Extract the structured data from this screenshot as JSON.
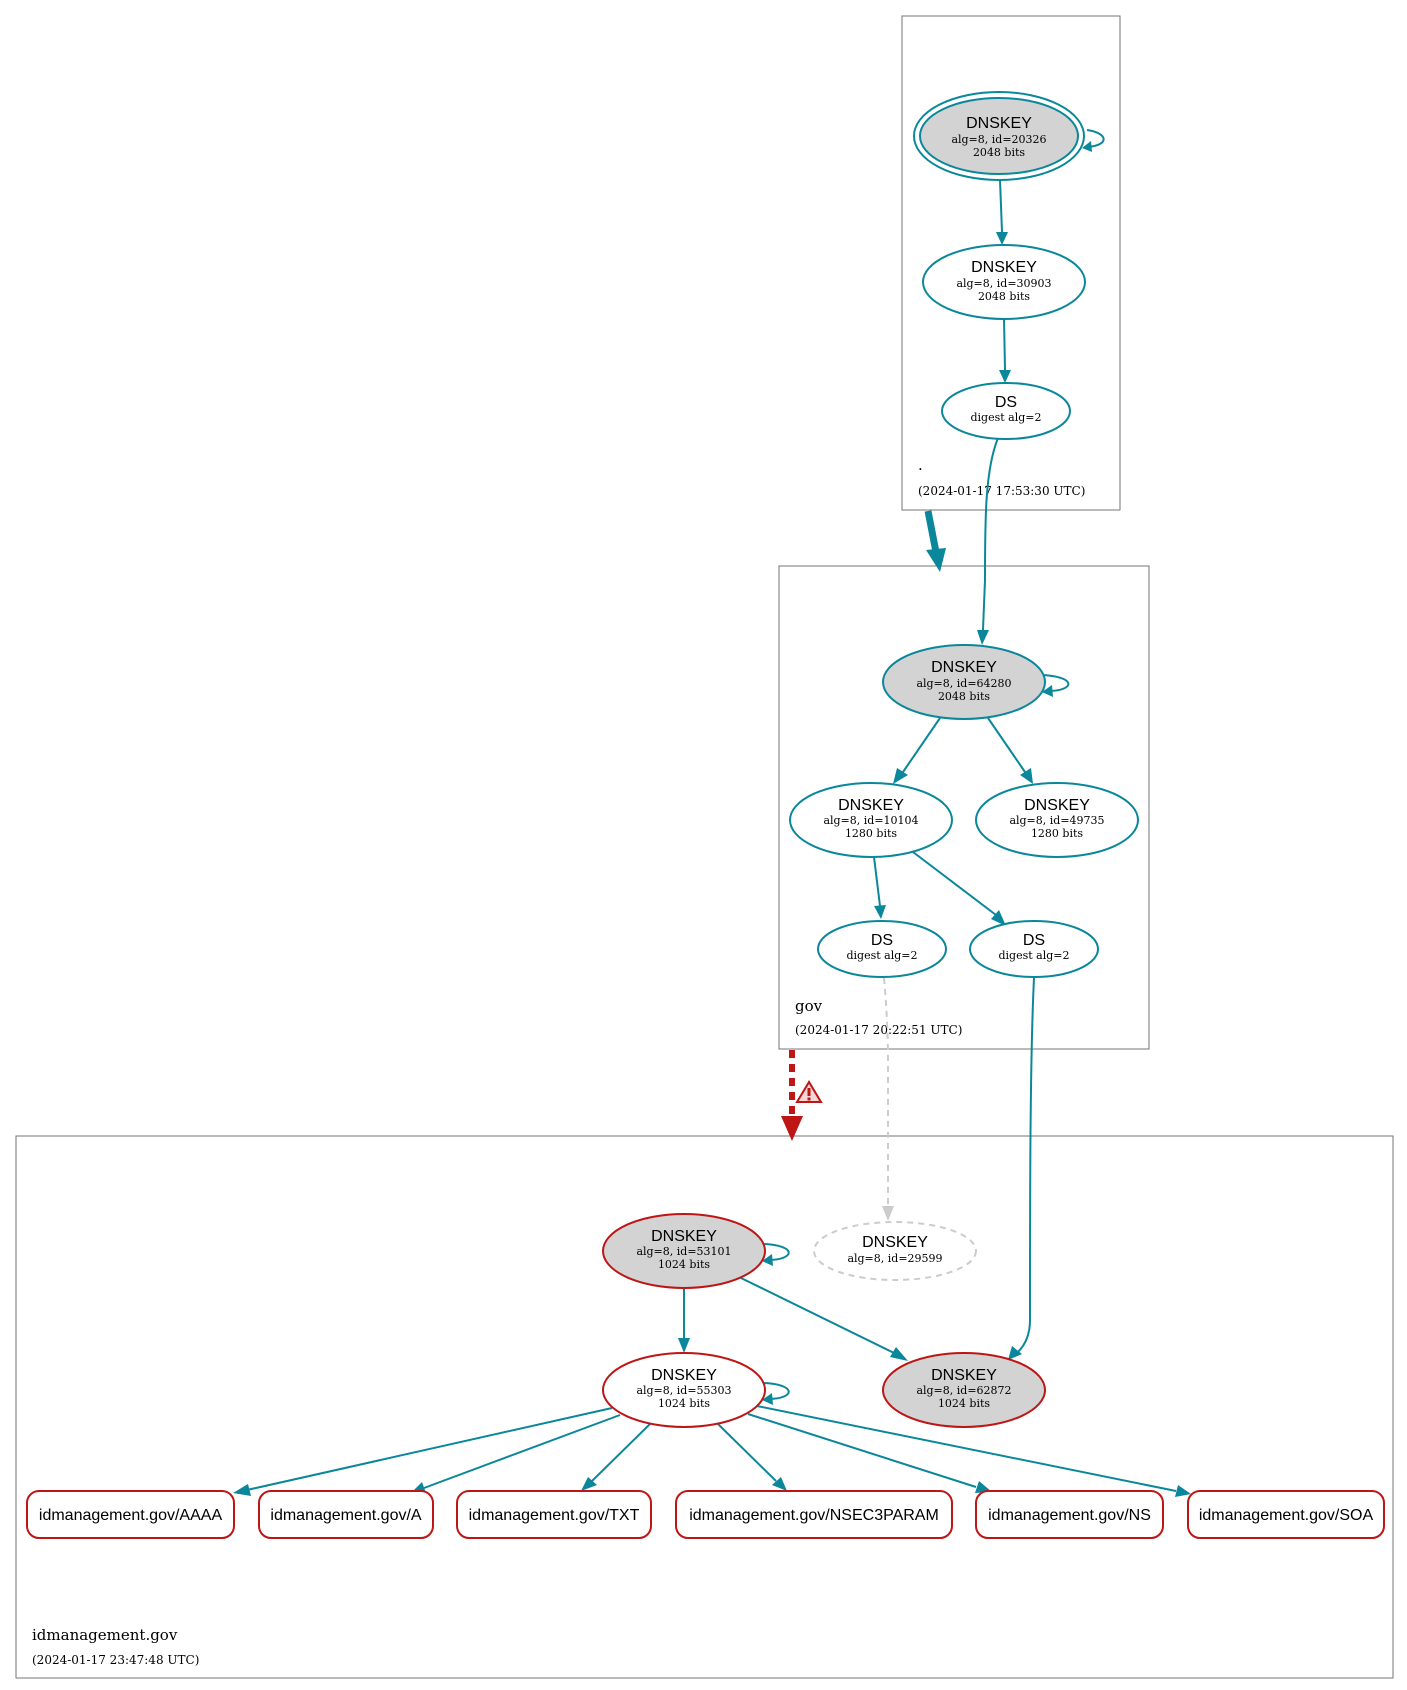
{
  "colors": {
    "secure": "#0a879a",
    "bogus": "#be1515",
    "insecure_gray": "#cccccc",
    "node_fill_ksk": "#d3d3d3",
    "zone_border": "#757575"
  },
  "zones": {
    "root": {
      "name": ".",
      "timestamp": "(2024-01-17 17:53:30 UTC)"
    },
    "gov": {
      "name": "gov",
      "timestamp": "(2024-01-17 20:22:51 UTC)"
    },
    "idm": {
      "name": "idmanagement.gov",
      "timestamp": "(2024-01-17 23:47:48 UTC)"
    }
  },
  "nodes": {
    "root_ksk": {
      "title": "DNSKEY",
      "line1": "alg=8, id=20326",
      "line2": "2048 bits"
    },
    "root_zsk": {
      "title": "DNSKEY",
      "line1": "alg=8, id=30903",
      "line2": "2048 bits"
    },
    "root_ds": {
      "title": "DS",
      "line1": "digest alg=2"
    },
    "gov_ksk": {
      "title": "DNSKEY",
      "line1": "alg=8, id=64280",
      "line2": "2048 bits"
    },
    "gov_zsk1": {
      "title": "DNSKEY",
      "line1": "alg=8, id=10104",
      "line2": "1280 bits"
    },
    "gov_zsk2": {
      "title": "DNSKEY",
      "line1": "alg=8, id=49735",
      "line2": "1280 bits"
    },
    "gov_ds1": {
      "title": "DS",
      "line1": "digest alg=2"
    },
    "gov_ds2": {
      "title": "DS",
      "line1": "digest alg=2"
    },
    "idm_ksk": {
      "title": "DNSKEY",
      "line1": "alg=8, id=53101",
      "line2": "1024 bits"
    },
    "idm_missing": {
      "title": "DNSKEY",
      "line1": "alg=8, id=29599"
    },
    "idm_zsk": {
      "title": "DNSKEY",
      "line1": "alg=8, id=55303",
      "line2": "1024 bits"
    },
    "idm_ksk2": {
      "title": "DNSKEY",
      "line1": "alg=8, id=62872",
      "line2": "1024 bits"
    }
  },
  "rrsets": [
    "idmanagement.gov/AAAA",
    "idmanagement.gov/A",
    "idmanagement.gov/TXT",
    "idmanagement.gov/NSEC3PARAM",
    "idmanagement.gov/NS",
    "idmanagement.gov/SOA"
  ],
  "icons": {
    "warning": "warning-triangle-icon"
  }
}
